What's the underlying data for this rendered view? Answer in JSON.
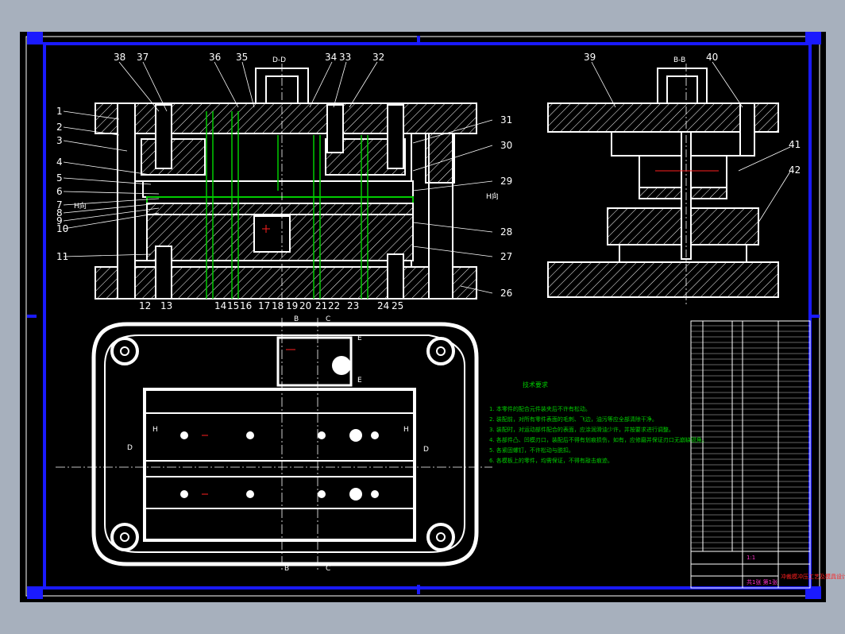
{
  "section_labels": {
    "front": "D-D",
    "side": "B-B",
    "dir_left": "H向",
    "dir_right": "H向",
    "cut_b": "B",
    "cut_c": "C",
    "cut_d": "D",
    "cut_e": "E",
    "cut_h": "H"
  },
  "callouts_left": [
    "1",
    "2",
    "3",
    "4",
    "5",
    "6",
    "7",
    "8",
    "9",
    "10",
    "11"
  ],
  "callouts_top": [
    "38",
    "37",
    "36",
    "35",
    "34",
    "33",
    "32"
  ],
  "callouts_right": [
    "31",
    "30",
    "29",
    "28",
    "27",
    "26"
  ],
  "callouts_bottom": [
    "12",
    "13",
    "14",
    "15",
    "16",
    "17",
    "18",
    "19",
    "20",
    "21",
    "22",
    "23",
    "24",
    "25"
  ],
  "callouts_side": [
    "39",
    "40",
    "41",
    "42"
  ],
  "tech_requirements": {
    "title": "技术要求",
    "items": [
      "1. 本零件的配合元件装夹后不许有松动。",
      "2. 装配前，对所有零件表面的毛刺、飞边，油污等应全部清除干净。",
      "3. 装配时，对运动部件配合的表面，应涂润滑油少许，并按要求进行调整。",
      "4. 各部件凸、凹模刃口，装配后不得有划痕损伤，如有，应修磨并保证刃口无崩缺锐角。",
      "5. 各紧固螺钉，不许松动与脱扣。",
      "6. 各模板上的零件，均需保证，不得有敲击痕迹。"
    ]
  },
  "title_block": {
    "name": "冲裁模冲压工艺及模具设计",
    "scale": "1:1",
    "sheet": "共1张 第1张"
  },
  "colors": {
    "background": "#000000",
    "border": "#1a1aff",
    "lines": "#ffffff",
    "green": "#00cc00",
    "red": "#ff2020",
    "magenta": "#ff33cc",
    "table_text": "#4fc3ff"
  }
}
